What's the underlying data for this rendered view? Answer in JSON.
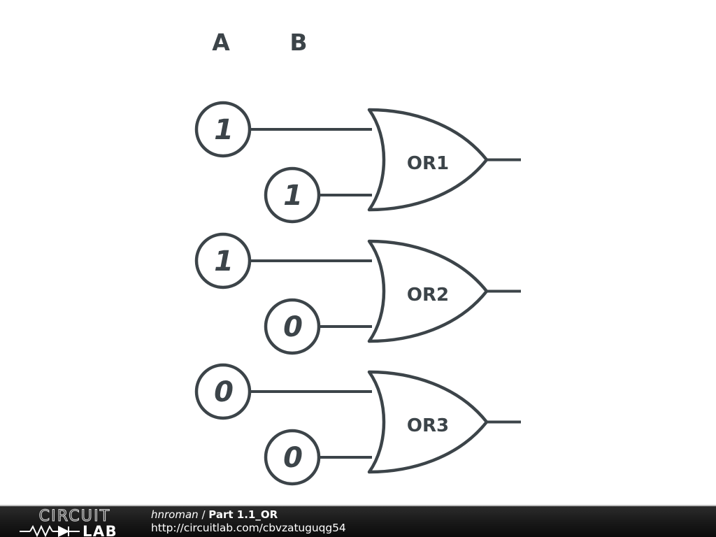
{
  "page": {
    "background_color": "#ffffff",
    "stroke_color": "#3c4449"
  },
  "schematic": {
    "column_labels": [
      {
        "name": "A",
        "text": "A"
      },
      {
        "name": "B",
        "text": "B"
      }
    ],
    "rows": [
      {
        "gate_label": "OR1",
        "input_a": "1",
        "input_b": "1"
      },
      {
        "gate_label": "OR2",
        "input_a": "1",
        "input_b": "0"
      },
      {
        "gate_label": "OR3",
        "input_a": "0",
        "input_b": "0"
      }
    ]
  },
  "footer": {
    "logo_top_text": "CIRCUIT",
    "logo_bottom_text": "LAB",
    "author": "hnroman",
    "separator": "/",
    "title": "Part 1.1_OR",
    "url": "http://circuitlab.com/cbvzatuguqg54",
    "background_color": "#1b1b1b",
    "text_color": "#ffffff"
  }
}
